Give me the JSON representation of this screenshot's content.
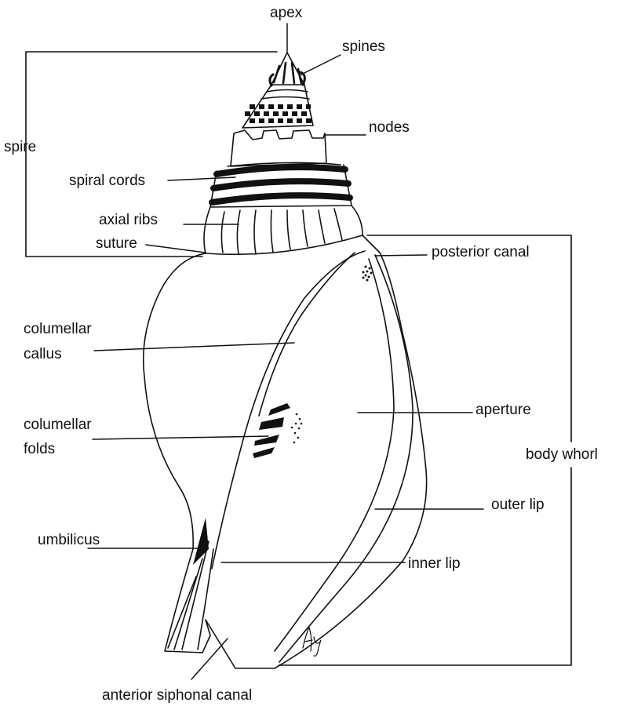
{
  "labels": {
    "apex": "apex",
    "spines": "spines",
    "spire": "spire",
    "nodes": "nodes",
    "spiral_cords": "spiral cords",
    "axial_ribs": "axial ribs",
    "suture": "suture",
    "posterior_canal": "posterior canal",
    "columellar_callus": [
      "columellar",
      "callus"
    ],
    "aperture": "aperture",
    "columellar_folds": [
      "columellar",
      "folds"
    ],
    "body_whorl": "body whorl",
    "outer_lip": "outer lip",
    "umbilicus": "umbilicus",
    "inner_lip": "inner lip",
    "anterior_siphonal_canal": "anterior siphonal canal"
  },
  "colors": {
    "ink": "#111111",
    "background": "#ffffff"
  },
  "signature": "Avy"
}
